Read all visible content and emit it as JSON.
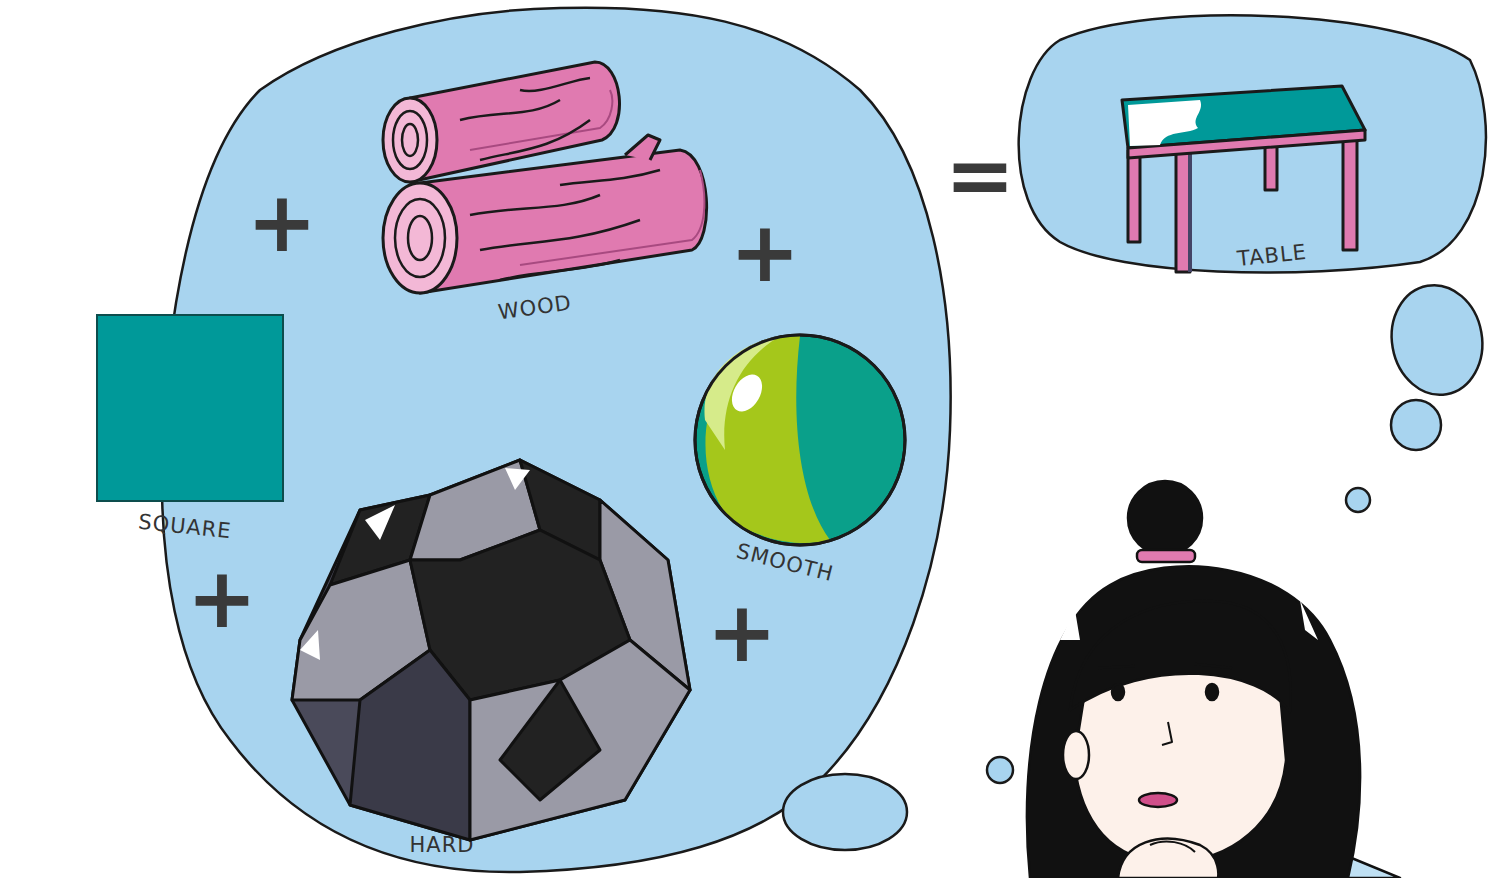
{
  "diagram": {
    "nodes": [
      {
        "text": [
          "WOOD",
          "SQUARE",
          "SMOOTH",
          "HARD"
        ]
      },
      {
        "text": [
          "TABLE"
        ]
      }
    ],
    "labels": [
      "+",
      "+",
      "+",
      "+",
      "="
    ]
  }
}
